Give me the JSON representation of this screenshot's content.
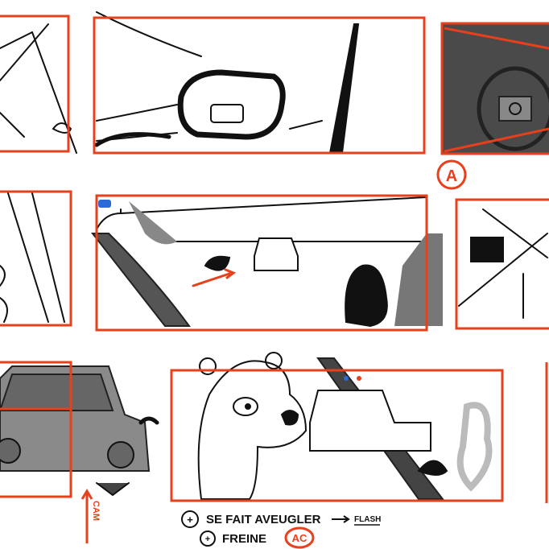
{
  "colors": {
    "frame": "#e8401c",
    "ink": "#111111",
    "shade": "#555555",
    "light": "#9a9a9a",
    "flash_blue": "#2a6bd8"
  },
  "annotations": {
    "panel_marker": "A",
    "camera_label": "CAM",
    "note_line1": "SE FAIT AVEUGLER",
    "note_line1_arrow_target": "FLASH",
    "note_line2": "FREINE",
    "note_badge": "AC",
    "bullet_symbol": "+"
  }
}
